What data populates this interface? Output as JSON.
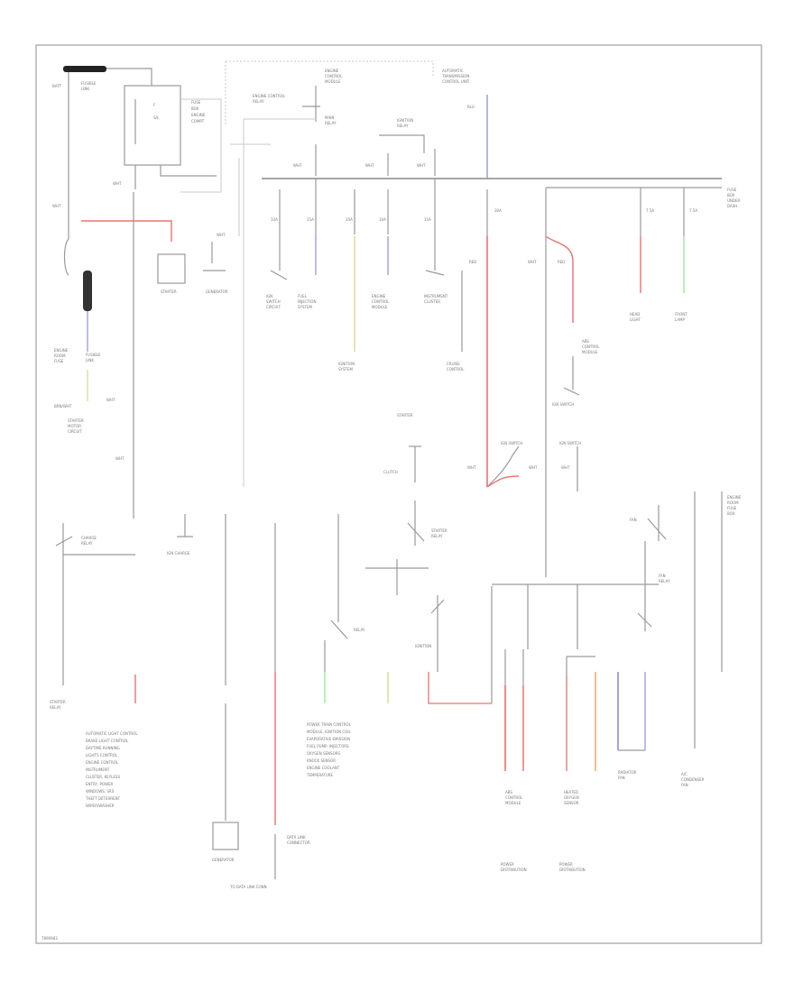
{
  "diagram": {
    "labels": {
      "starter_top": "STARTER",
      "generator_top": "GENERATOR",
      "starter_mid": "STARTER",
      "generator_bottom": "GENERATOR",
      "corner": "7890983"
    }
  },
  "colors": {
    "border": "#9a9a9a",
    "wire": "#9a9a9a",
    "red": "#f07070",
    "blue": "#8b8bf0",
    "yellow": "#d8d890",
    "green": "#9ee89e",
    "orange": "#f0b070"
  }
}
